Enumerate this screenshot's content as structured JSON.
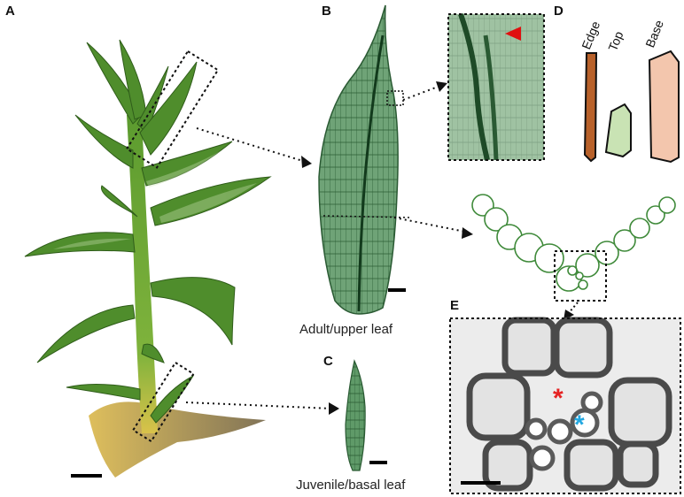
{
  "panels": {
    "a": "A",
    "b": "B",
    "c": "C",
    "d": "D",
    "e": "E"
  },
  "captions": {
    "adult_leaf": "Adult/upper leaf",
    "juvenile_leaf": "Juvenile/basal leaf"
  },
  "legend_d": {
    "edge": "Edge",
    "top": "Top",
    "base": "Base"
  },
  "colors": {
    "edge": "#b8612a",
    "top": "#c9e3b4",
    "base": "#f3c6ad",
    "leaf_green": "#3f7f4a",
    "moss_green": "#4f8d2c",
    "arrowhead_red": "#e01010",
    "asterisk_red": "#e52222",
    "asterisk_blue": "#22a7e0"
  },
  "markers": {
    "red_asterisk": "*",
    "blue_asterisk": "*"
  }
}
